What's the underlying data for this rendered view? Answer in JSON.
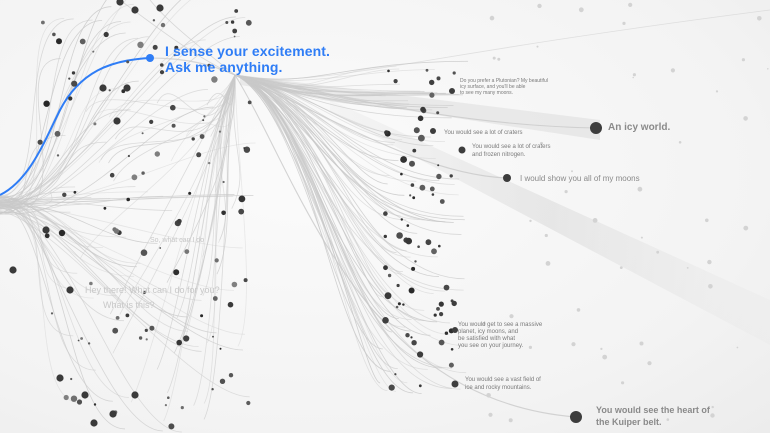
{
  "prompt": {
    "line1": "I sense your excitement.",
    "line2": "Ask me anything."
  },
  "responses": {
    "icy_world": "An icy world.",
    "moons": "I would show you all of my moons",
    "craters": "You would see a lot of craters",
    "craters_nitrogen_1": "You would see a lot of craters",
    "craters_nitrogen_2": "and frozen nitrogen.",
    "kuiper_1": "You would see the heart of",
    "kuiper_2": "the Kuiper belt.",
    "vast_field_1": "You would see a vast field of",
    "vast_field_2": "ice and rocky mountains.",
    "planet_moons_1": "Do you prefer a Plutonian? My beautiful",
    "planet_moons_2": "icy surface, and you'll be able",
    "planet_moons_3": "to see my many moons.",
    "journey_1": "You would get to see a massive",
    "journey_2": "planet, icy moons, and",
    "journey_3": "be satisfied with what",
    "journey_4": "you see on your journey."
  },
  "faint_prompts": {
    "hi_there": "Hey there! What can I do for you?",
    "what_is": "What is this?",
    "what_do": "So, what can I do"
  },
  "colors": {
    "accent": "#2f7df6",
    "line": "#c9c9c9",
    "dot": "#3c3c3c"
  }
}
